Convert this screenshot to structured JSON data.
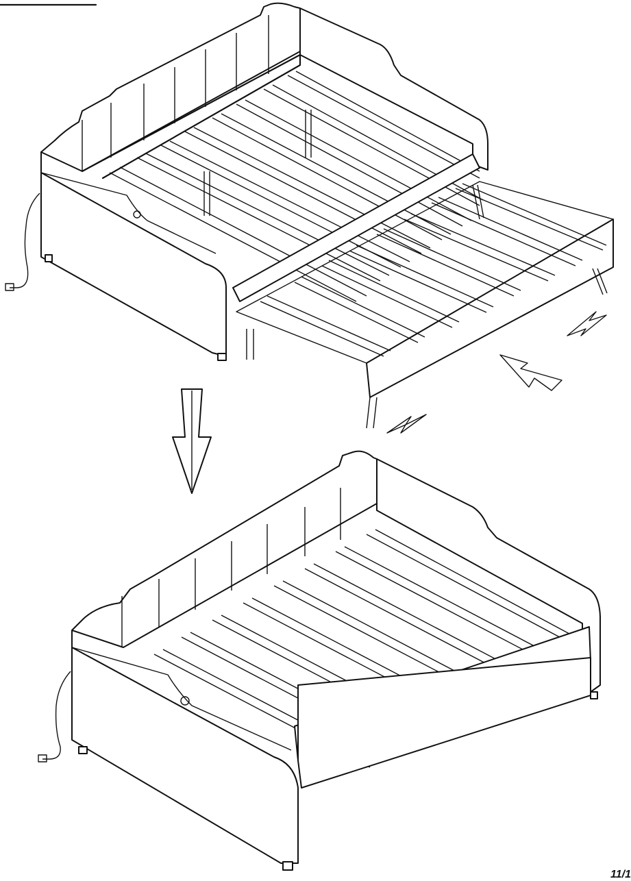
{
  "page_number": "11/1",
  "colors": {
    "line": "#111111",
    "background": "#ffffff"
  },
  "icons": {
    "insert_arrows": "double-outline-arrow",
    "step_arrow": "large-down-arrow",
    "power_cable": "power-plug",
    "usb_port": "usb-port"
  }
}
